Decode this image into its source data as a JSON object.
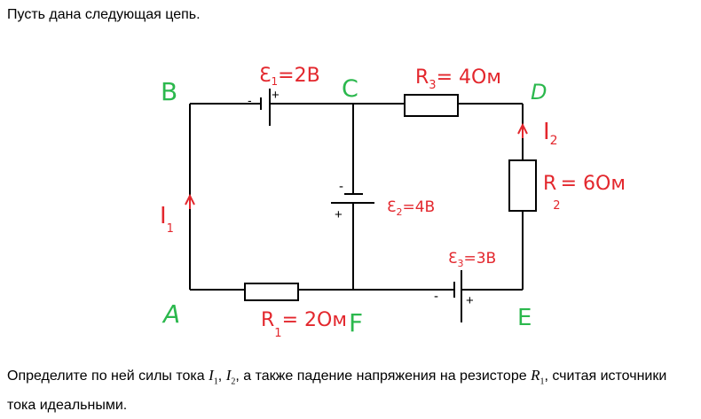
{
  "intro_text": "Пусть дана следующая цепь.",
  "question": {
    "part1": "Определите по ней силы тока",
    "i1": "I",
    "i1_sub": "1",
    "comma": ", ",
    "i2": "I",
    "i2_sub": "2",
    "part2": ", а также падение напряжения на резисторе",
    "r1": "R",
    "r1_sub": "1",
    "part3": ", считая источники тока идеальными."
  },
  "nodes": {
    "A": "A",
    "B": "B",
    "C": "C",
    "D": "D",
    "E": "E",
    "F": "F"
  },
  "components": {
    "emf1": {
      "label": "Ɛ",
      "sub": "1",
      "value": "=2В",
      "minus": "-",
      "plus": "+"
    },
    "emf2": {
      "label": "Ɛ",
      "sub": "2",
      "value": "=4В",
      "minus": "-",
      "plus": "+"
    },
    "emf3": {
      "label": "Ɛ",
      "sub": "3",
      "value": "=3В",
      "minus": "-",
      "plus": "+"
    },
    "r1": {
      "label": "R",
      "sub": "1",
      "value": "= 2Ом"
    },
    "r2": {
      "label": "R",
      "sub": "2",
      "value": "= 6Ом"
    },
    "r3": {
      "label": "R",
      "sub": "3",
      "value": "= 4Ом"
    }
  },
  "currents": {
    "i1": {
      "label": "I",
      "sub": "1"
    },
    "i2": {
      "label": "I",
      "sub": "2"
    }
  },
  "colors": {
    "annotation": "#e3272d",
    "node": "#2bb84d",
    "wire": "#000000"
  }
}
